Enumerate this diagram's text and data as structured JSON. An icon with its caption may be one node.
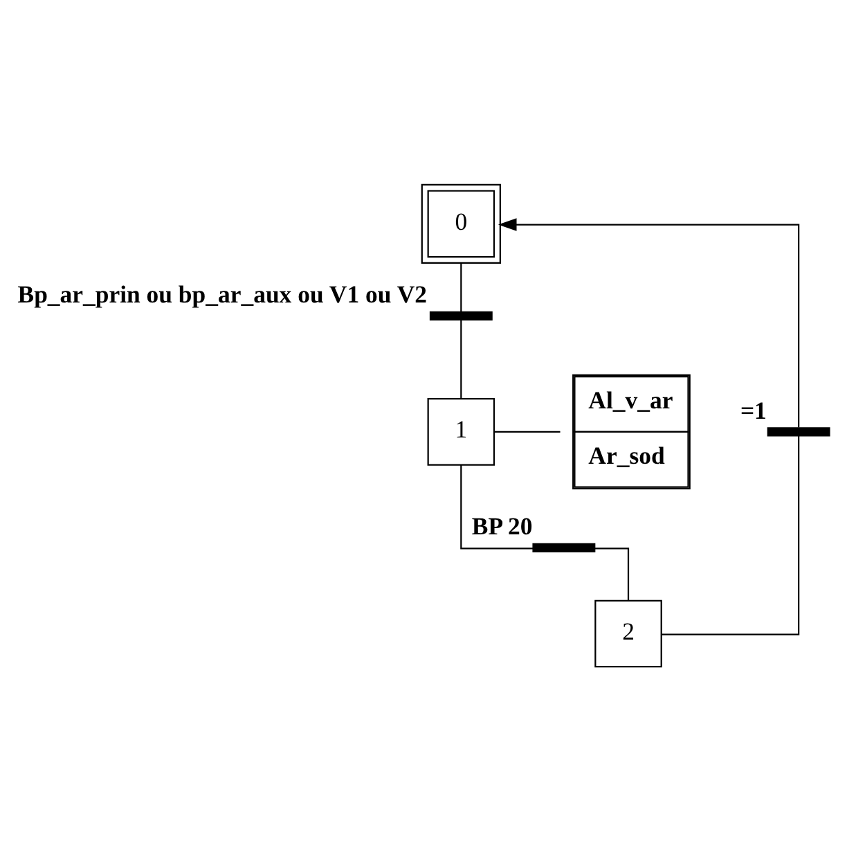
{
  "diagram": {
    "nodes": [
      {
        "text": [
          "0"
        ]
      },
      {
        "text": [],
        "shape": "bar",
        "beside": [
          "Bp_ar_prin ou bp_ar_aux ou V1 ou V2"
        ]
      },
      {
        "text": [
          "1"
        ]
      },
      {
        "text": [
          "Al_v_ar",
          "Ar_sod"
        ]
      },
      {
        "text": [],
        "shape": "bar",
        "beside": [
          "BP 20"
        ]
      },
      {
        "text": [
          "2"
        ]
      },
      {
        "text": [],
        "shape": "bar",
        "beside": [
          "=1"
        ]
      }
    ],
    "edges": [
      {
        "from": 0,
        "to": 1,
        "arrow": "none"
      },
      {
        "from": 1,
        "to": 2,
        "arrow": "none"
      },
      {
        "from": 2,
        "to": 3,
        "arrow": "none"
      },
      {
        "from": 2,
        "to": 4,
        "arrow": "none"
      },
      {
        "from": 4,
        "to": 5,
        "arrow": "none"
      },
      {
        "from": 5,
        "to": 6,
        "arrow": "none"
      },
      {
        "from": 6,
        "to": 0,
        "arrow": "to"
      }
    ]
  }
}
